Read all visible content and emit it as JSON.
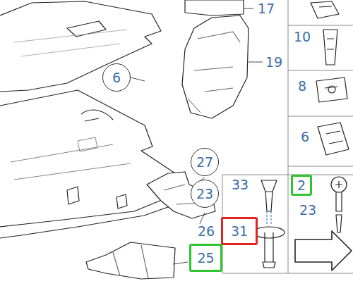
{
  "diagram": {
    "nodes": [
      {
        "text": [
          "6"
        ]
      },
      {
        "text": [
          "27"
        ]
      },
      {
        "text": [
          "23"
        ]
      },
      {
        "text": [
          "2"
        ]
      },
      {
        "text": [
          "31"
        ]
      },
      {
        "text": [
          "25"
        ]
      }
    ],
    "labels": [
      "17",
      "10",
      "19",
      "8",
      "6",
      "33",
      "23",
      "26"
    ]
  }
}
